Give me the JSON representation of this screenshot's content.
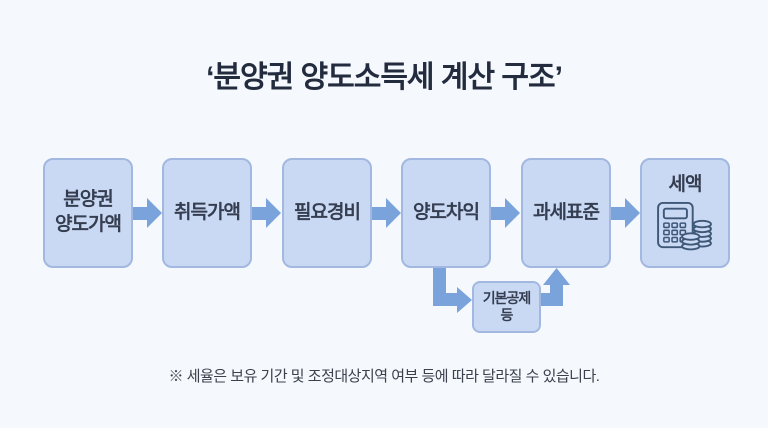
{
  "title": "‘분양권 양도소득세 계산 구조’",
  "flow": {
    "boxes": [
      {
        "label": "분양권\n양도가액"
      },
      {
        "label": "취득가액"
      },
      {
        "label": "필요경비"
      },
      {
        "label": "양도차익"
      },
      {
        "label": "과세표준"
      },
      {
        "label": "세액"
      }
    ],
    "deduction_box": {
      "label": "기본공제\n등"
    }
  },
  "footnote": "※ 세율은 보유 기간 및 조정대상지역 여부 등에 따라 달라질 수 있습니다.",
  "icons": {
    "tax_amount_icon": "calculator-with-coin-stacks"
  },
  "colors": {
    "background": "#f5f9fd",
    "box_fill": "#c9d9f3",
    "box_border": "#a2b8e0",
    "arrow": "#7aa3dc",
    "box_text": "#353d50",
    "title_text": "#232c3e",
    "note_text": "#3a404c",
    "icon_stroke": "#3f5878"
  }
}
